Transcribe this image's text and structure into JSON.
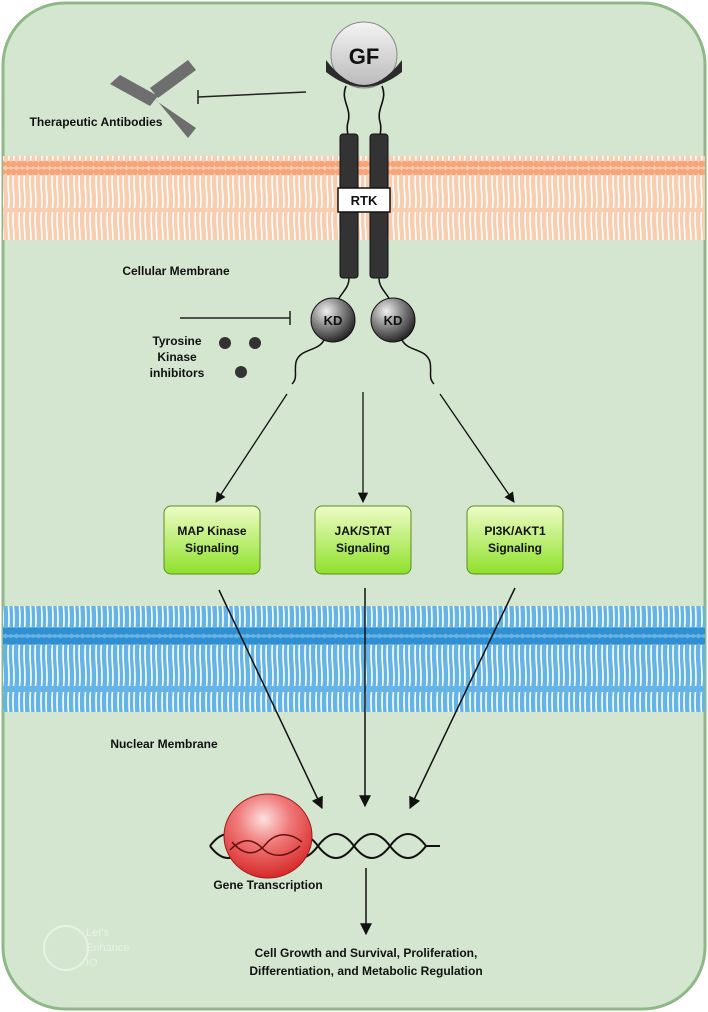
{
  "title": "",
  "labels": {
    "gf": "GF",
    "rtk": "RTK",
    "kd_left": "KD",
    "kd_right": "KD",
    "therapeutic_antibodies": "Therapeutic Antibodies",
    "cellular_membrane": "Cellular Membrane",
    "tki_line1": "Tyrosine",
    "tki_line2": "Kinase",
    "tki_line3": "inhibitors",
    "nuclear_membrane": "Nuclear Membrane",
    "gene_transcription": "Gene Transcription",
    "outcome_line1": "Cell Growth and Survival, Proliferation,",
    "outcome_line2": "Differentiation, and Metabolic Regulation",
    "watermark_line1": "Let's",
    "watermark_line2": "Enhance",
    "watermark_line3": "IO"
  },
  "pathways": [
    {
      "line1": "MAP Kinase",
      "line2": "Signaling"
    },
    {
      "line1": "JAK/STAT",
      "line2": "Signaling"
    },
    {
      "line1": "PI3K/AKT1",
      "line2": "Signaling"
    }
  ],
  "colors": {
    "cell_background": "#d4e6d0",
    "cell_border": "#8fb887",
    "cell_membrane": "#f6b58f",
    "nuclear_membrane": "#4a9fd6",
    "pathway_box_top": "#eefcc6",
    "pathway_box_bottom": "#8fe02a",
    "receptor": "#333333",
    "dna_blob": "#e83b3b"
  }
}
